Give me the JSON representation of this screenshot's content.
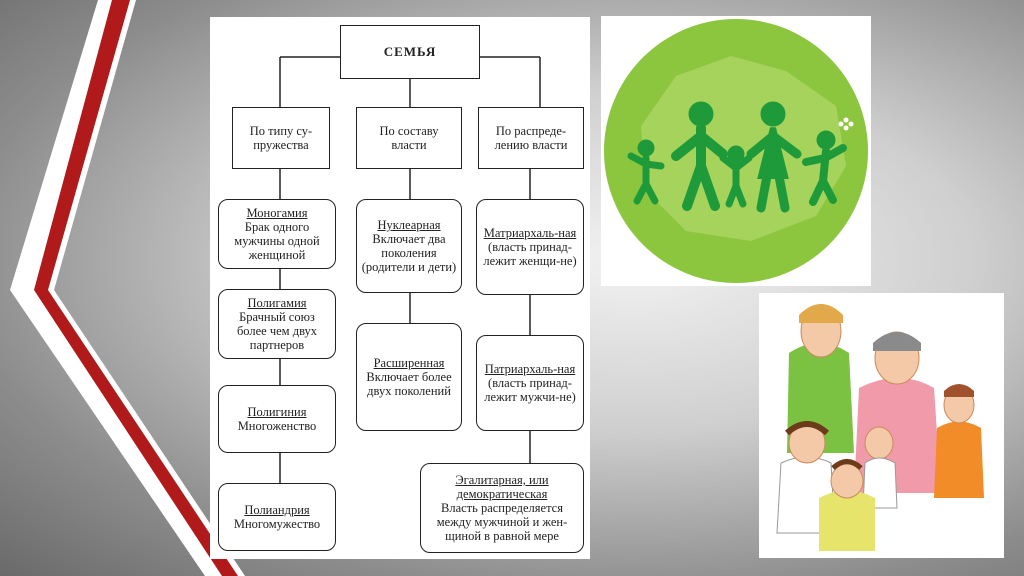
{
  "diagram": {
    "root": "СЕМЬЯ",
    "categories": [
      {
        "label": "По типу су-\nпружества"
      },
      {
        "label": "По составу\nвласти"
      },
      {
        "label": "По распреде-\nлению власти"
      }
    ],
    "col1": [
      {
        "title": "Моногамия",
        "desc": "Брак одного мужчины одной женщиной"
      },
      {
        "title": "Полигамия",
        "desc": "Брачный союз более чем двух партнеров"
      },
      {
        "title": "Полигиния",
        "desc": "Многоженство"
      },
      {
        "title": "Полиандрия",
        "desc": "Многомужество"
      }
    ],
    "col2": [
      {
        "title": "Нуклеарная",
        "desc": "Включает два поколения (родители и дети)"
      },
      {
        "title": "Расширенная",
        "desc": "Включает более двух поколений"
      }
    ],
    "col3": [
      {
        "title": "Матриархаль-ная",
        "desc": "(власть принад-лежит женщи-не)"
      },
      {
        "title": "Патриархаль-ная",
        "desc": "(власть принад-лежит мужчи-не)"
      },
      {
        "title": "Эгалитарная, или демократическая",
        "desc": "Власть распределяется между мужчиной и жен-щиной в равной мере"
      }
    ]
  },
  "colors": {
    "accent_red": "#b01a1a",
    "logo_green": "#8cc63f",
    "logo_dark_green": "#1f9a3b"
  },
  "images": {
    "logo": "family-map-logo",
    "drawing": "family-drawing"
  }
}
